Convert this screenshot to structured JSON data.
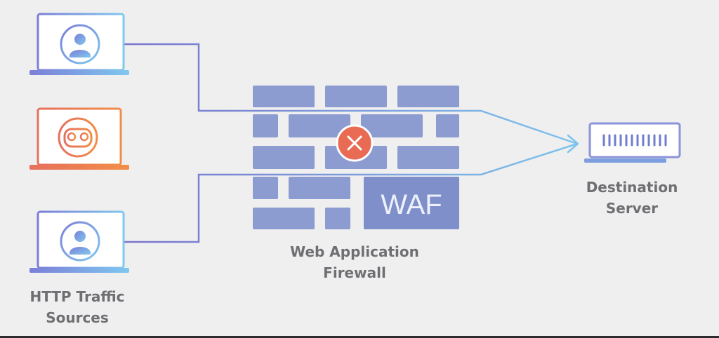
{
  "labels": {
    "sources": [
      "HTTP Traffic",
      "Sources"
    ],
    "firewall": [
      "Web Application",
      "Firewall"
    ],
    "destination": [
      "Destination",
      "Server"
    ]
  },
  "waf_text": "WAF",
  "nodes": {
    "user_laptop_1": {
      "icon": "user-icon",
      "role": "http-traffic-source"
    },
    "bot_laptop": {
      "icon": "robot-icon",
      "role": "malicious-traffic-source"
    },
    "user_laptop_2": {
      "icon": "user-icon",
      "role": "http-traffic-source"
    },
    "firewall": {
      "icon": "brick-wall-icon"
    },
    "blocked_marker": {
      "icon": "x-circle-icon"
    },
    "destination_server": {
      "icon": "server-icon"
    }
  },
  "colors": {
    "background": "#efefef",
    "wall": "#8a99cf",
    "wall_dark": "#7c8bc6",
    "user_gradient_start": "#7d7ed8",
    "user_gradient_end": "#7ec6ec",
    "bot_gradient_start": "#e8745a",
    "bot_gradient_end": "#f08a4a",
    "block": "#e96b54",
    "label": "#6f6f73"
  }
}
